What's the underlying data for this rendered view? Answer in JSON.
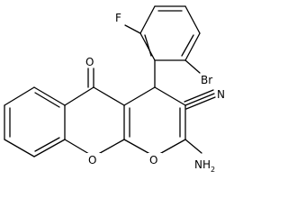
{
  "structure": {
    "atoms": {
      "fluorine": "F",
      "bromine": "Br",
      "nitrile_nitrogen": "N",
      "ketone_oxygen": "O",
      "ring_oxygen_1": "O",
      "ring_oxygen_2": "O",
      "amino_group": "NH",
      "amino_subscript": "2"
    }
  }
}
